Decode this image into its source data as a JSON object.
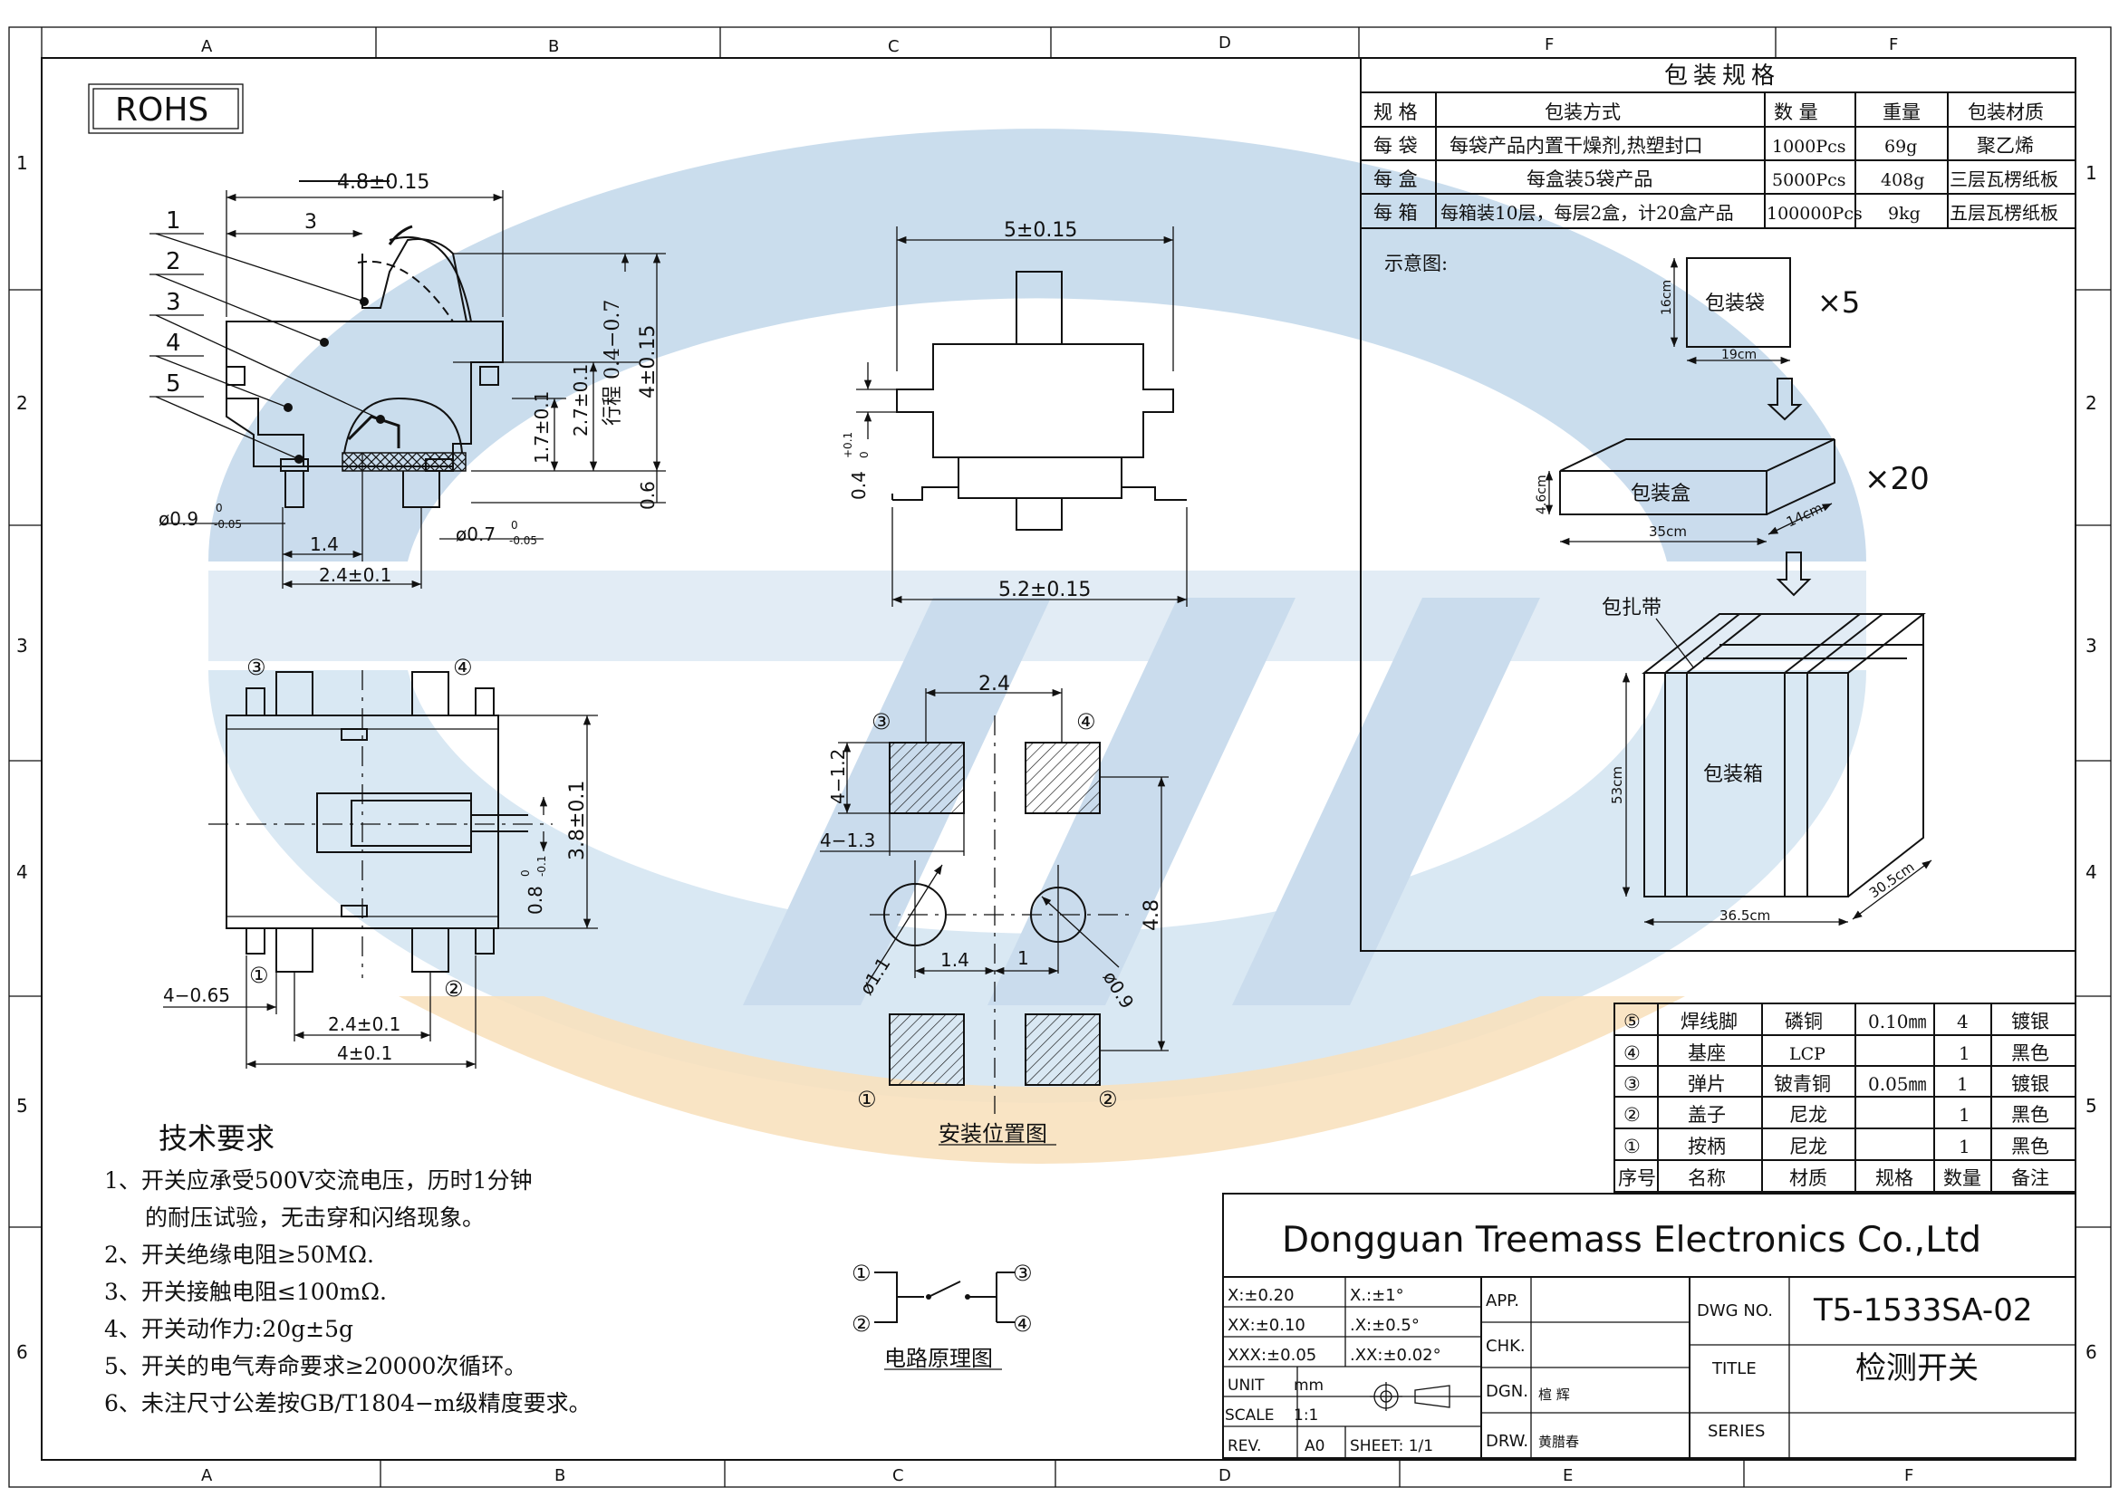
{
  "frame": {
    "col_labels": [
      "A",
      "B",
      "C",
      "D",
      "F",
      "F"
    ],
    "col_labels_bottom": [
      "A",
      "B",
      "C",
      "D",
      "E",
      "F"
    ],
    "row_labels": [
      "1",
      "2",
      "3",
      "4",
      "5",
      "6"
    ]
  },
  "rohs": "ROHS",
  "side_view": {
    "dims": {
      "width": "4.8±0.15",
      "len3": "3",
      "stroke": "行程 0.4−0.7",
      "h4": "4±0.15",
      "h27": "2.7±0.1",
      "h17": "1.7±0.1",
      "h06": "0.6",
      "d09": "ø0.9",
      "d09_tol": "0",
      "d09_tol2": "-0.05",
      "d07": "ø0.7",
      "d07_tol": "0",
      "d07_tol2": "-0.05",
      "p14": "1.4",
      "p24": "2.4±0.1"
    },
    "callouts": [
      "1",
      "2",
      "3",
      "4",
      "5"
    ]
  },
  "front_view": {
    "top": "5±0.15",
    "bottom": "5.2±0.15",
    "left": "0.4",
    "left_tol": "+0.1",
    "left_tol2": "0"
  },
  "bottom_view": {
    "h38": "3.8±0.1",
    "h08": "0.8",
    "h08_tol": "0",
    "h08_tol2": "-0.1",
    "w065": "4−0.65",
    "w24": "2.4±0.1",
    "w4": "4±0.1",
    "pins": [
      "③",
      "④",
      "①",
      "②"
    ]
  },
  "pad_layout": {
    "title": "安装位置图",
    "top": "2.4",
    "h12": "4−1.2",
    "w13": "4−1.3",
    "h48": "4.8",
    "d11": "ø1.1",
    "d09": "ø0.9",
    "p14": "1.4",
    "p1": "1",
    "pins": [
      "③",
      "④",
      "①",
      "②"
    ]
  },
  "circuit": {
    "title": "电路原理图",
    "pins": [
      "①",
      "②",
      "③",
      "④"
    ]
  },
  "tech": {
    "title": "技术要求",
    "items": [
      "1、开关应承受500V交流电压，历时1分钟",
      "的耐压试验，无击穿和闪络现象。",
      "2、开关绝缘电阻≥50MΩ.",
      "3、开关接触电阻≤100mΩ.",
      "4、开关动作力:20g±5g",
      "5、开关的电气寿命要求≥20000次循环。",
      "6、未注尺寸公差按GB/T1804−m级精度要求。"
    ]
  },
  "packaging": {
    "title": "包装规格",
    "headers": [
      "规 格",
      "包装方式",
      "数 量",
      "重量",
      "包装材质"
    ],
    "rows": [
      [
        "每 袋",
        "每袋产品内置干燥剂,热塑封口",
        "1000Pcs",
        "69g",
        "聚乙烯"
      ],
      [
        "每 盒",
        "每盒装5袋产品",
        "5000Pcs",
        "408g",
        "三层瓦楞纸板"
      ],
      [
        "每 箱",
        "每箱装10层，每层2盒，计20盒产品",
        "100000Pcs",
        "9kg",
        "五层瓦楞纸板"
      ]
    ],
    "diagram_label": "示意图:",
    "bag": {
      "label": "包装袋",
      "h": "16cm",
      "w": "19cm",
      "qty": "×5"
    },
    "box": {
      "label": "包装盒",
      "h": "4.6cm",
      "w": "35cm",
      "d": "14cm",
      "qty": "×20"
    },
    "carton": {
      "label": "包装箱",
      "strap": "包扎带",
      "h": "53cm",
      "w": "36.5cm",
      "d": "30.5cm"
    }
  },
  "bom": {
    "headers": [
      "序号",
      "名称",
      "材质",
      "规格",
      "数量",
      "备注"
    ],
    "rows": [
      [
        "⑤",
        "焊线脚",
        "磷铜",
        "0.10㎜",
        "4",
        "镀银"
      ],
      [
        "④",
        "基座",
        "LCP",
        "",
        "1",
        "黑色"
      ],
      [
        "③",
        "弹片",
        "铍青铜",
        "0.05㎜",
        "1",
        "镀银"
      ],
      [
        "②",
        "盖子",
        "尼龙",
        "",
        "1",
        "黑色"
      ],
      [
        "①",
        "按柄",
        "尼龙",
        "",
        "1",
        "黑色"
      ]
    ]
  },
  "titleblock": {
    "company": "Dongguan Treemass Electronics Co.,Ltd",
    "tol": [
      [
        "X:±0.20",
        "X.:±1°"
      ],
      [
        "XX:±0.10",
        ".X:±0.5°"
      ],
      [
        "XXX:±0.05",
        ".XX:±0.02°"
      ]
    ],
    "unit_label": "UNIT",
    "unit": "mm",
    "scale_label": "SCALE",
    "scale": "1:1",
    "rev_label": "REV.",
    "rev": "A0",
    "sheet": "SHEET: 1/1",
    "app": "APP.",
    "chk": "CHK.",
    "dgn": "DGN.",
    "drw": "DRW.",
    "dgn_name": "楦 辉",
    "drw_name": "黄腊春",
    "dwg_label": "DWG NO.",
    "dwg_no": "T5-1533SA-02",
    "title_label": "TITLE",
    "title": "检测开关",
    "series_label": "SERIES"
  }
}
